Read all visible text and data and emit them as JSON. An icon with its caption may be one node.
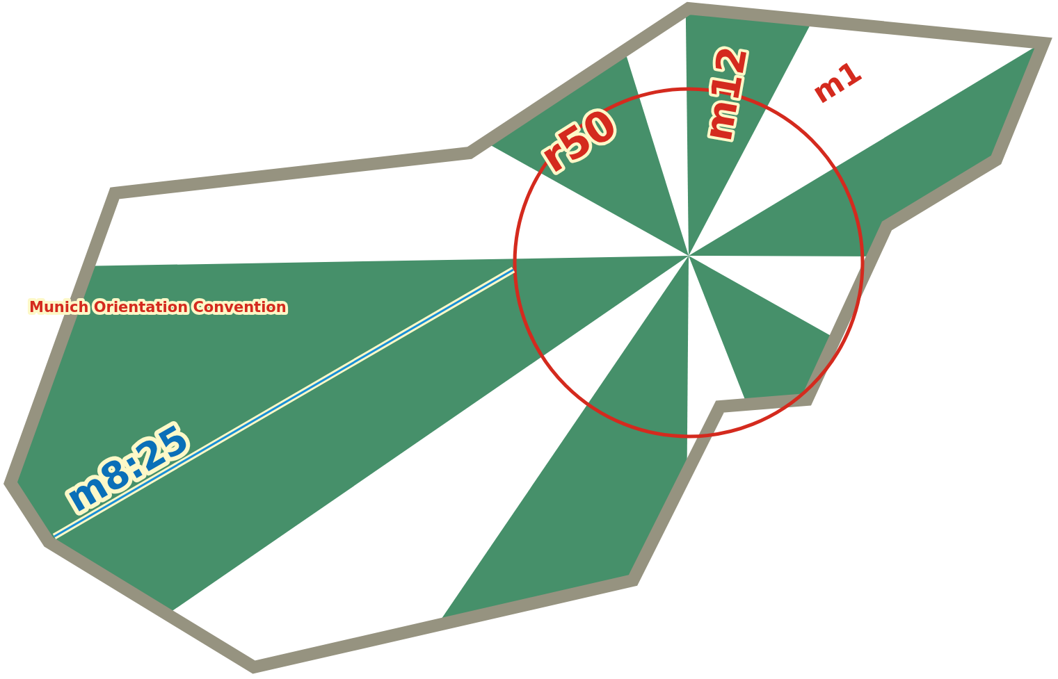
{
  "diagram": {
    "labels": [
      "m12",
      "m1",
      "r50",
      "Munich Orientation Convention",
      "m8:25"
    ]
  }
}
